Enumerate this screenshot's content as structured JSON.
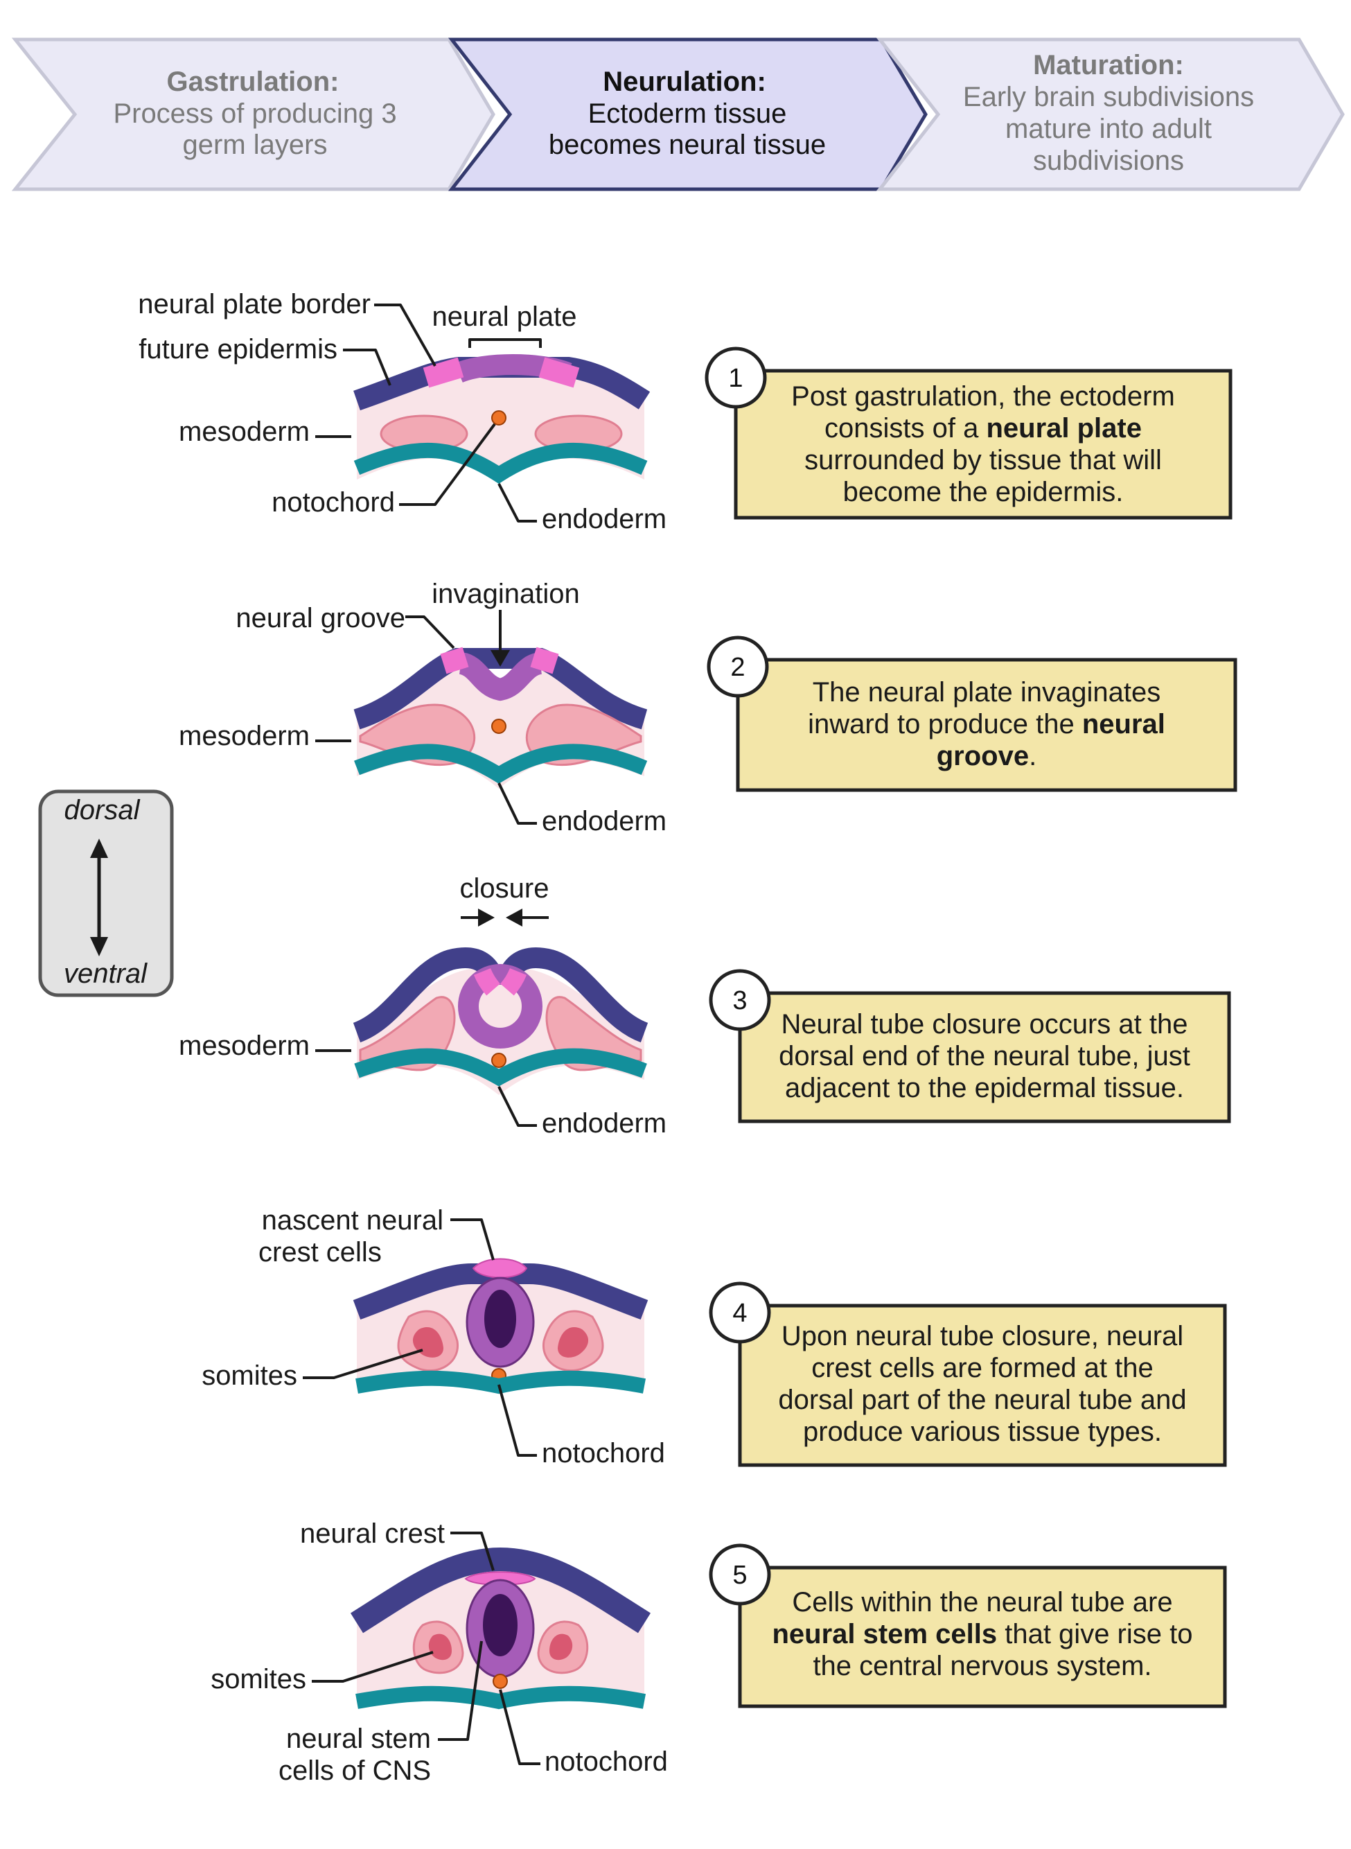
{
  "stages": [
    {
      "title": "Gastrulation:",
      "lines": [
        "Process of producing 3",
        "germ layers"
      ],
      "active": false
    },
    {
      "title": "Neurulation:",
      "lines": [
        "Ectoderm tissue",
        "becomes neural tissue"
      ],
      "active": true
    },
    {
      "title": "Maturation:",
      "lines": [
        "Early brain subdivisions",
        "mature into adult",
        "subdivisions"
      ],
      "active": false
    }
  ],
  "axis": {
    "top": "dorsal",
    "bottom": "ventral"
  },
  "steps": [
    {
      "number": "1",
      "lines": [
        [
          {
            "t": "Post gastrulation, the ectoderm",
            "b": false
          }
        ],
        [
          {
            "t": "consists of a ",
            "b": false
          },
          {
            "t": "neural plate",
            "b": true
          }
        ],
        [
          {
            "t": "surrounded by tissue that will",
            "b": false
          }
        ],
        [
          {
            "t": "become the epidermis.",
            "b": false
          }
        ]
      ],
      "labels": {
        "neural_plate_border": "neural plate border",
        "neural_plate": "neural plate",
        "future_epidermis": "future epidermis",
        "mesoderm": "mesoderm",
        "notochord": "notochord",
        "endoderm": "endoderm"
      }
    },
    {
      "number": "2",
      "lines": [
        [
          {
            "t": "The neural plate invaginates",
            "b": false
          }
        ],
        [
          {
            "t": "inward to produce the ",
            "b": false
          },
          {
            "t": "neural",
            "b": true
          }
        ],
        [
          {
            "t": "groove",
            "b": true
          },
          {
            "t": ".",
            "b": false
          }
        ]
      ],
      "labels": {
        "invagination": "invagination",
        "neural_groove": "neural groove",
        "mesoderm": "mesoderm",
        "endoderm": "endoderm"
      }
    },
    {
      "number": "3",
      "lines": [
        [
          {
            "t": "Neural tube closure occurs at the",
            "b": false
          }
        ],
        [
          {
            "t": "dorsal end of the neural tube, just",
            "b": false
          }
        ],
        [
          {
            "t": "adjacent to the epidermal tissue.",
            "b": false
          }
        ]
      ],
      "labels": {
        "closure": "closure",
        "mesoderm": "mesoderm",
        "endoderm": "endoderm"
      }
    },
    {
      "number": "4",
      "lines": [
        [
          {
            "t": "Upon neural tube closure, neural",
            "b": false
          }
        ],
        [
          {
            "t": "crest cells are formed at the",
            "b": false
          }
        ],
        [
          {
            "t": "dorsal part of the neural tube and",
            "b": false
          }
        ],
        [
          {
            "t": "produce various tissue types.",
            "b": false
          }
        ]
      ],
      "labels": {
        "nascent_line1": "nascent neural",
        "nascent_line2": "crest cells",
        "somites": "somites",
        "notochord": "notochord"
      }
    },
    {
      "number": "5",
      "lines": [
        [
          {
            "t": "Cells within the neural tube are",
            "b": false
          }
        ],
        [
          {
            "t": "neural stem cells",
            "b": true
          },
          {
            "t": " that give rise to",
            "b": false
          }
        ],
        [
          {
            "t": "the central nervous system.",
            "b": false
          }
        ]
      ],
      "labels": {
        "neural_crest": "neural crest",
        "somites": "somites",
        "stem_line1": "neural stem",
        "stem_line2": "cells of CNS",
        "notochord": "notochord"
      }
    }
  ],
  "colors": {
    "stage_fill": "#eae9f6",
    "stage_stroke": "#c6c6d6",
    "stage_active_fill": "#dcdaf5",
    "stage_active_stroke": "#343a6e",
    "stage_text": "#7a7a7a",
    "stage_active_text": "#111111",
    "ectoderm": "#41408a",
    "neural_plate": "#a65cb8",
    "neural_plate_border": "#f06fcd",
    "neural_tube_lumen": "#3c1458",
    "mesoderm_bg": "#f9e4e8",
    "mesoderm": "#f2a9b4",
    "somite_core": "#d95871",
    "endoderm": "#138f9b",
    "notochord": "#ee7326",
    "box_fill": "#f3e6a9",
    "box_stroke": "#222222",
    "axis_fill": "#e3e3e3"
  }
}
